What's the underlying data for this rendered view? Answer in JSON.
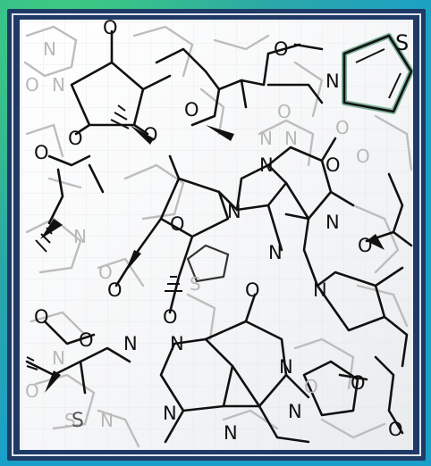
{
  "colors": {
    "glow_top_left": "#3fd07a",
    "glow_bottom": "#1aa0c8",
    "frame_outer": "#1f3a66",
    "frame_inner": "#ffffff",
    "canvas": "#ffffff",
    "bond_dark": "#111111",
    "bond_faint": "#bdbdbd",
    "highlight": "#1d7a4a"
  },
  "atom_labels": {
    "nitrogen": "N",
    "oxygen": "O",
    "sulfur": "S"
  },
  "structures": {
    "dark_nitrogens": [
      {
        "label": "N"
      },
      {
        "label": "N"
      },
      {
        "label": "N"
      },
      {
        "label": "N"
      },
      {
        "label": "N"
      },
      {
        "label": "N"
      },
      {
        "label": "N"
      },
      {
        "label": "N"
      },
      {
        "label": "N"
      },
      {
        "label": "N"
      },
      {
        "label": "N"
      },
      {
        "label": "N"
      }
    ],
    "dark_oxygens": [
      {
        "label": "O"
      },
      {
        "label": "O"
      },
      {
        "label": "O"
      },
      {
        "label": "O"
      },
      {
        "label": "O"
      },
      {
        "label": "O"
      },
      {
        "label": "O"
      },
      {
        "label": "O"
      },
      {
        "label": "O"
      },
      {
        "label": "O"
      },
      {
        "label": "O"
      },
      {
        "label": "O"
      },
      {
        "label": "O"
      },
      {
        "label": "O"
      },
      {
        "label": "O"
      },
      {
        "label": "O"
      }
    ],
    "dark_sulfurs": [
      {
        "label": "S"
      },
      {
        "label": "S"
      }
    ],
    "faint_labels": [
      {
        "label": "N"
      },
      {
        "label": "N"
      },
      {
        "label": "N"
      },
      {
        "label": "N"
      },
      {
        "label": "N"
      },
      {
        "label": "N"
      },
      {
        "label": "N"
      },
      {
        "label": "O"
      },
      {
        "label": "O"
      },
      {
        "label": "O"
      },
      {
        "label": "O"
      },
      {
        "label": "O"
      },
      {
        "label": "O"
      },
      {
        "label": "O"
      },
      {
        "label": "S"
      },
      {
        "label": "S"
      }
    ]
  }
}
